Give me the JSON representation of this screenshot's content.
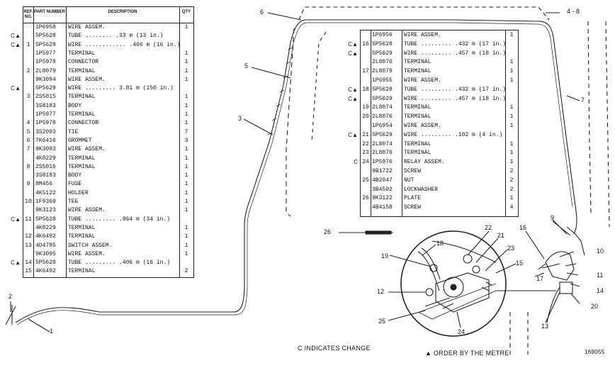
{
  "table1": {
    "headers": {
      "ref": "REF. NO.",
      "part": "PART NUMBER",
      "desc": "DESCRIPTION",
      "qty": "QTY"
    },
    "rows": [
      {
        "ch": "",
        "ref": "",
        "part": "1P6958",
        "desc": "WIRE ASSEM.",
        "qty": "1"
      },
      {
        "ch": "C▲",
        "ref": "",
        "part": "5P5628",
        "desc": "TUBE ........ .33 m (13 in.)",
        "qty": ""
      },
      {
        "ch": "C▲",
        "ref": "1",
        "part": "5P5629",
        "desc": "WIRE ............ .406 m (16 in.)",
        "qty": ""
      },
      {
        "ch": "",
        "ref": "",
        "part": "1P5977",
        "desc": "TERMINAL",
        "qty": "1"
      },
      {
        "ch": "",
        "ref": "",
        "part": "1P5978",
        "desc": "CONNECTOR",
        "qty": "1"
      },
      {
        "ch": "",
        "ref": "2",
        "part": "2L8079",
        "desc": "TERMINAL",
        "qty": "1"
      },
      {
        "ch": "",
        "ref": "",
        "part": "9K3094",
        "desc": "WIRE ASSEM.",
        "qty": "1"
      },
      {
        "ch": "C▲",
        "ref": "",
        "part": "5P5629",
        "desc": "WIRE ......... 3.81 m (150 in.)",
        "qty": ""
      },
      {
        "ch": "",
        "ref": "3",
        "part": "2S5015",
        "desc": "TERMINAL",
        "qty": "1"
      },
      {
        "ch": "",
        "ref": "",
        "part": "3S8183",
        "desc": "BODY",
        "qty": "1"
      },
      {
        "ch": "",
        "ref": "",
        "part": "1P5977",
        "desc": "TERMINAL",
        "qty": "1"
      },
      {
        "ch": "",
        "ref": "4",
        "part": "1P5978",
        "desc": "CONNECTOR",
        "qty": "1"
      },
      {
        "ch": "",
        "ref": "5",
        "part": "3S2093",
        "desc": "TIE",
        "qty": "7"
      },
      {
        "ch": "",
        "ref": "6",
        "part": "7K6416",
        "desc": "GROMMET",
        "qty": "3"
      },
      {
        "ch": "",
        "ref": "7",
        "part": "9K3093",
        "desc": "WIRE ASSEM.",
        "qty": "1"
      },
      {
        "ch": "",
        "ref": "",
        "part": "4K8229",
        "desc": "TERMINAL",
        "qty": "1"
      },
      {
        "ch": "",
        "ref": "8",
        "part": "2S5016",
        "desc": "TERMINAL",
        "qty": "1"
      },
      {
        "ch": "",
        "ref": "",
        "part": "3S8183",
        "desc": "BODY",
        "qty": "1"
      },
      {
        "ch": "",
        "ref": "9",
        "part": "8M456",
        "desc": "FUSE",
        "qty": "1"
      },
      {
        "ch": "",
        "ref": "",
        "part": "4K5122",
        "desc": "HOLDER",
        "qty": "1"
      },
      {
        "ch": "",
        "ref": "10",
        "part": "1F9369",
        "desc": "TEE",
        "qty": "1"
      },
      {
        "ch": "",
        "ref": "",
        "part": "9K3123",
        "desc": "WIRE ASSEM.",
        "qty": "1"
      },
      {
        "ch": "C▲",
        "ref": "11",
        "part": "5P5628",
        "desc": "TUBE ......... .864 m (34 in.)",
        "qty": ""
      },
      {
        "ch": "",
        "ref": "",
        "part": "4K8229",
        "desc": "TERMINAL",
        "qty": "1"
      },
      {
        "ch": "",
        "ref": "12",
        "part": "4K6492",
        "desc": "TERMINAL",
        "qty": "1"
      },
      {
        "ch": "",
        "ref": "13",
        "part": "4D4785",
        "desc": "SWITCH ASSEM.",
        "qty": "1"
      },
      {
        "ch": "",
        "ref": "",
        "part": "9K3095",
        "desc": "WIRE ASSEM.",
        "qty": "1"
      },
      {
        "ch": "C▲",
        "ref": "14",
        "part": "5P5628",
        "desc": "TUBE ......... .406 m (16 in.)",
        "qty": ""
      },
      {
        "ch": "",
        "ref": "15",
        "part": "4K6492",
        "desc": "TERMINAL",
        "qty": "2"
      }
    ]
  },
  "table2": {
    "rows": [
      {
        "ch": "",
        "ref": "",
        "part": "1P6956",
        "desc": "WIRE ASSEM.",
        "qty": "1"
      },
      {
        "ch": "C▲",
        "ref": "16",
        "part": "5P5628",
        "desc": "TUBE ......... .432 m (17 in.)",
        "qty": ""
      },
      {
        "ch": "C▲",
        "ref": "",
        "part": "5P5629",
        "desc": "WIRE ......... .457 m (18 in.)",
        "qty": ""
      },
      {
        "ch": "",
        "ref": "",
        "part": "2L8076",
        "desc": "TERMINAL",
        "qty": "1"
      },
      {
        "ch": "",
        "ref": "17",
        "part": "2L8079",
        "desc": "TERMINAL",
        "qty": "1"
      },
      {
        "ch": "",
        "ref": "",
        "part": "1P6955",
        "desc": "WIRE ASSEM.",
        "qty": "1"
      },
      {
        "ch": "C▲",
        "ref": "18",
        "part": "5P5628",
        "desc": "TUBE ......... .432 m (17 in.)",
        "qty": ""
      },
      {
        "ch": "C▲",
        "ref": "",
        "part": "5P5629",
        "desc": "WIRE ......... .457 m (18 in.)",
        "qty": ""
      },
      {
        "ch": "",
        "ref": "19",
        "part": "2L8074",
        "desc": "TERMINAL",
        "qty": "1"
      },
      {
        "ch": "",
        "ref": "20",
        "part": "2L8076",
        "desc": "TERMINAL",
        "qty": "1"
      },
      {
        "ch": "",
        "ref": "",
        "part": "1P6954",
        "desc": "WIRE ASSEM.",
        "qty": "1"
      },
      {
        "ch": "C▲",
        "ref": "21",
        "part": "5P5629",
        "desc": "WIRE ......... .102 m (4 in.)",
        "qty": ""
      },
      {
        "ch": "",
        "ref": "22",
        "part": "2L8074",
        "desc": "TERMINAL",
        "qty": "1"
      },
      {
        "ch": "",
        "ref": "23",
        "part": "2L8076",
        "desc": "TERMINAL",
        "qty": "1"
      },
      {
        "ch": "C",
        "ref": "24",
        "part": "1P5976",
        "desc": "RELAY ASSEM.",
        "qty": "1"
      },
      {
        "ch": "",
        "ref": "",
        "part": "9B1722",
        "desc": "SCREW",
        "qty": "2"
      },
      {
        "ch": "",
        "ref": "25",
        "part": "4B2047",
        "desc": "NUT",
        "qty": "2"
      },
      {
        "ch": "",
        "ref": "",
        "part": "3B4502",
        "desc": "LOCKWASHER",
        "qty": "2"
      },
      {
        "ch": "",
        "ref": "26",
        "part": "9K3122",
        "desc": "PLATE",
        "qty": "1"
      },
      {
        "ch": "",
        "ref": "",
        "part": "4B4158",
        "desc": "SCREW",
        "qty": "4"
      }
    ]
  },
  "callouts": [
    "1",
    "2",
    "3",
    "4 - 8",
    "5",
    "6",
    "7",
    "9",
    "10",
    "11",
    "12",
    "13",
    "14",
    "15",
    "16",
    "17",
    "18",
    "19",
    "20",
    "21",
    "22",
    "23",
    "24",
    "25",
    "26"
  ],
  "notes": {
    "change": "C  INDICATES CHANGE",
    "metre": "▲ ORDER BY THE METRE",
    "figure_no": "169055"
  }
}
